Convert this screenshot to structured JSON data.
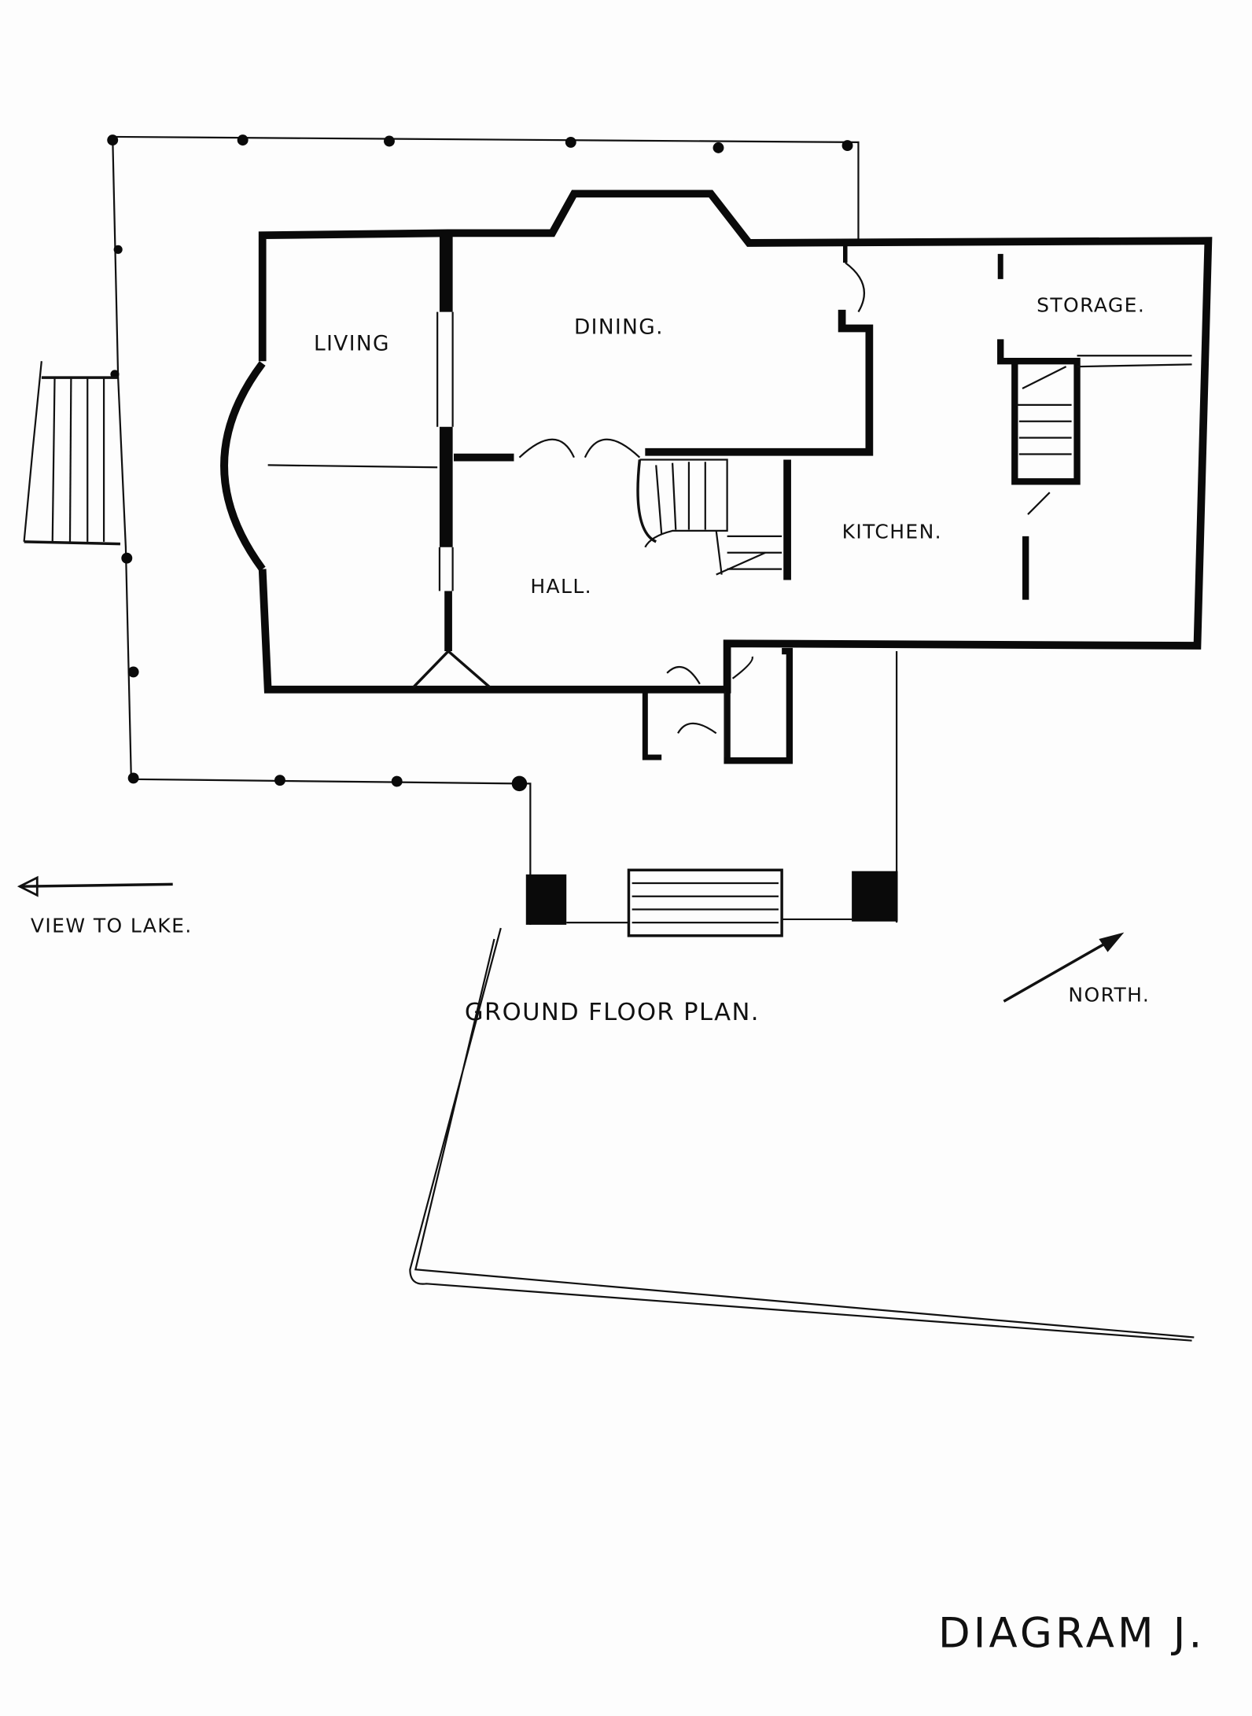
{
  "labels": {
    "living": "LIVING",
    "dining": "DINING.",
    "storage": "STORAGE.",
    "kitchen": "KITCHEN.",
    "hall": "HALL.",
    "view_to_lake": "VIEW TO LAKE.",
    "plan_title": "GROUND FLOOR PLAN.",
    "north": "NORTH.",
    "diagram_title": "DIAGRAM J."
  },
  "colors": {
    "ink": "#0a0a0a",
    "paper": "#fdfdfd"
  }
}
